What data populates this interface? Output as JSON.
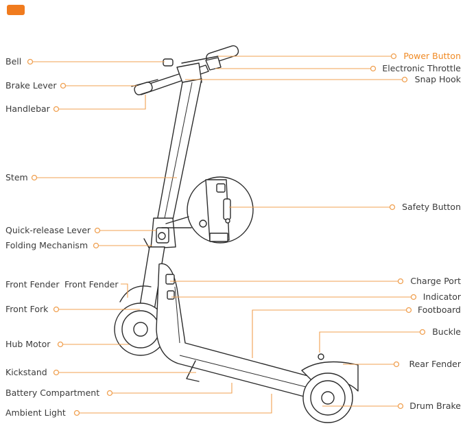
{
  "badge": {
    "color": "#f07b1e"
  },
  "accent_color": "#f08a24",
  "labels": {
    "bell": "Bell",
    "brake_lever": "Brake Lever",
    "handlebar": "Handlebar",
    "stem": "Stem",
    "quick_release_lever": "Quick-release Lever",
    "folding_mechanism": "Folding Mechanism",
    "front_fender": "Front Fender",
    "front_fender_overlap": "Front Fender",
    "front_fork": "Front Fork",
    "hub_motor": "Hub Motor",
    "kickstand": "Kickstand",
    "battery_compartment": "Battery Compartment",
    "ambient_light": "Ambient Light",
    "power_button": "Power Button",
    "electronic_throttle": "Electronic Throttle",
    "snap_hook": "Snap Hook",
    "safety_button": "Safety Button",
    "charge_port": "Charge Port",
    "indicator": "Indicator",
    "footboard": "Footboard",
    "buckle": "Buckle",
    "rear_fender": "Rear Fender",
    "drum_brake": "Drum Brake"
  }
}
